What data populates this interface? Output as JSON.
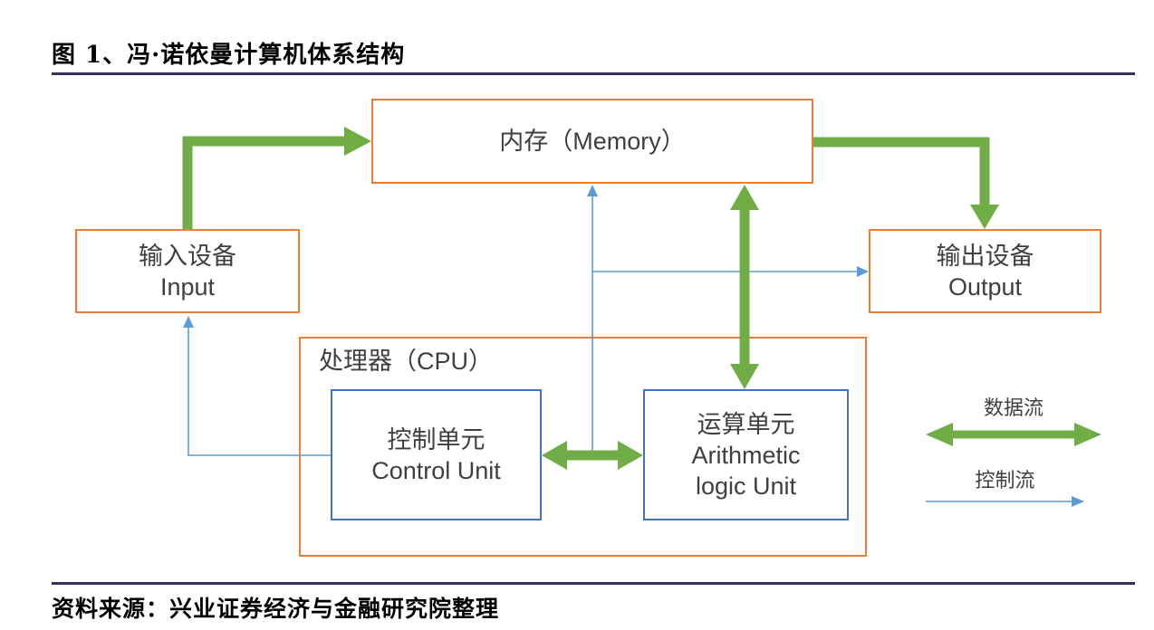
{
  "title": "图 1、冯·诺依曼计算机体系结构",
  "diagram": {
    "memory": {
      "label": "内存（Memory）"
    },
    "input": {
      "line1": "输入设备",
      "line2": "Input"
    },
    "output": {
      "line1": "输出设备",
      "line2": "Output"
    },
    "cpu": {
      "label": "处理器（CPU）"
    },
    "control_unit": {
      "line1": "控制单元",
      "line2": "Control Unit"
    },
    "alu": {
      "line1": "运算单元",
      "line2": "Arithmetic",
      "line3": "logic Unit"
    }
  },
  "legend": {
    "data_flow": "数据流",
    "control_flow": "控制流"
  },
  "footer": {
    "source": "资料来源：兴业证券经济与金融研究院整理"
  },
  "colors": {
    "box_orange": "#ED7D31",
    "box_blue": "#4472C4",
    "arrow_green": "#70AD47",
    "arrow_blue": "#5B9BD5",
    "rule_navy": "#32325C",
    "text_dark": "#3F3F3F"
  }
}
